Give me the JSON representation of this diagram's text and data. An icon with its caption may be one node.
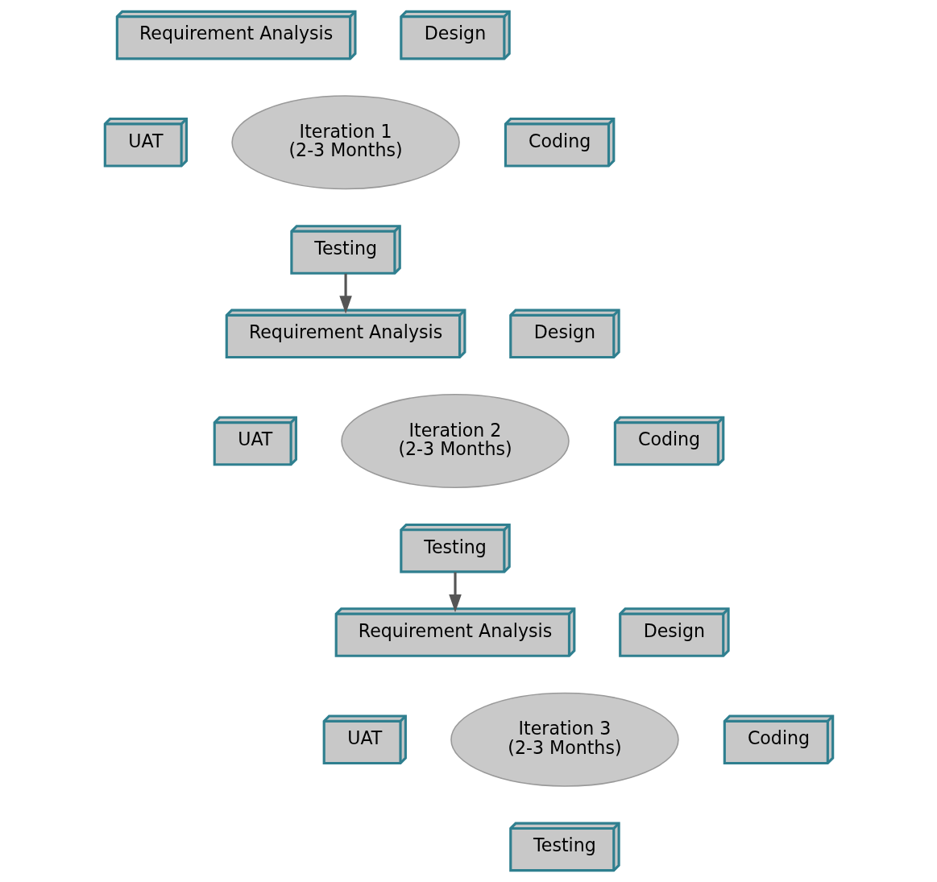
{
  "diagram": {
    "nodes": [
      {
        "text": [
          "Requirement Analysis"
        ]
      },
      {
        "text": [
          "Design"
        ]
      },
      {
        "text": [
          "UAT"
        ]
      },
      {
        "text": [
          "Iteration 1",
          "(2-3 Months)"
        ]
      },
      {
        "text": [
          "Coding"
        ]
      },
      {
        "text": [
          "Testing"
        ]
      },
      {
        "text": [
          "Requirement Analysis"
        ]
      },
      {
        "text": [
          "Design"
        ]
      },
      {
        "text": [
          "UAT"
        ]
      },
      {
        "text": [
          "Iteration 2",
          "(2-3 Months)"
        ]
      },
      {
        "text": [
          "Coding"
        ]
      },
      {
        "text": [
          "Testing"
        ]
      },
      {
        "text": [
          "Requirement Analysis"
        ]
      },
      {
        "text": [
          "Design"
        ]
      },
      {
        "text": [
          "UAT"
        ]
      },
      {
        "text": [
          "Iteration 3",
          "(2-3 Months)"
        ]
      },
      {
        "text": [
          "Coding"
        ]
      },
      {
        "text": [
          "Testing"
        ]
      }
    ],
    "edges": [
      {
        "from": 5,
        "to": 6,
        "arrow": "to"
      },
      {
        "from": 11,
        "to": 12,
        "arrow": "to"
      }
    ]
  }
}
